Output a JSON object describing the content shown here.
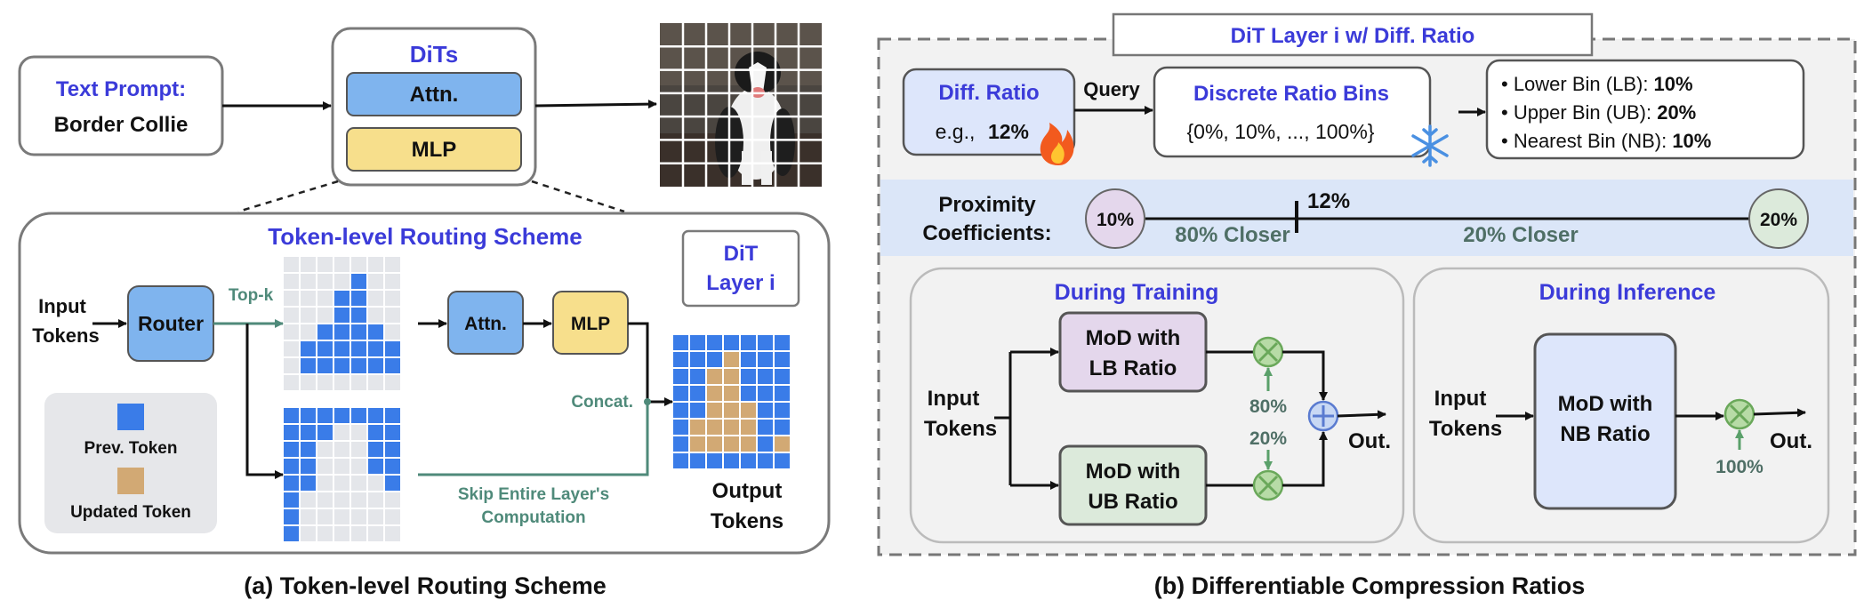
{
  "left": {
    "text_prompt_label": "Text Prompt:",
    "text_prompt_value": "Border Collie",
    "dits_title": "DiTs",
    "attn_label": "Attn.",
    "mlp_label": "MLP",
    "routing_title": "Token-level Routing Scheme",
    "input_tokens_line1": "Input",
    "input_tokens_line2": "Tokens",
    "router_label": "Router",
    "topk_label": "Top-k",
    "dit_layer_line1": "DiT",
    "dit_layer_line2": "Layer i",
    "concat_label": "Concat.",
    "skip_line1": "Skip Entire Layer's",
    "skip_line2": "Computation",
    "output_tokens_line1": "Output",
    "output_tokens_line2": "Tokens",
    "legend_prev": "Prev. Token",
    "legend_updated": "Updated Token",
    "caption": "(a) Token-level Routing Scheme"
  },
  "right": {
    "layer_title": "DiT Layer i w/ Diff. Ratio",
    "diff_ratio_title": "Diff. Ratio",
    "diff_ratio_eg": "e.g.,",
    "diff_ratio_value": "12%",
    "query_label": "Query",
    "bins_title": "Discrete Ratio Bins",
    "bins_values": "{0%, 10%, ..., 100%}",
    "bins_list": [
      {
        "label": "Lower Bin (LB): ",
        "value": "10%"
      },
      {
        "label": "Upper Bin (UB): ",
        "value": "20%"
      },
      {
        "label": "Nearest Bin (NB): ",
        "value": "10%"
      }
    ],
    "proximity_line1": "Proximity",
    "proximity_line2": "Coefficients:",
    "prox_left_circle": "10%",
    "prox_right_circle": "20%",
    "prox_marker": "12%",
    "prox_left_text": "80% Closer",
    "prox_right_text": "20% Closer",
    "training_title": "During Training",
    "inference_title": "During Inference",
    "train_input_line1": "Input",
    "train_input_line2": "Tokens",
    "mod_lb_line1": "MoD with",
    "mod_lb_line2": "LB Ratio",
    "mod_ub_line1": "MoD with",
    "mod_ub_line2": "UB Ratio",
    "w_top": "80%",
    "w_bottom": "20%",
    "train_out": "Out.",
    "inf_input_line1": "Input",
    "inf_input_line2": "Tokens",
    "mod_nb_line1": "MoD with",
    "mod_nb_line2": "NB Ratio",
    "w_inf": "100%",
    "inf_out": "Out.",
    "caption": "(b) Differentiable Compression Ratios"
  },
  "colors": {
    "accent_blue": "#3b3bd9",
    "module_blue": "#7fb4ee",
    "module_yellow": "#f7df8c",
    "token_blue": "#3a7ce8",
    "token_tan": "#d2a974",
    "token_empty": "#e4e6ea",
    "teal": "#4f8a7a",
    "prox_band": "#dbe6f8",
    "lb_purple": "#e4d7ec",
    "ub_green": "#dceadb",
    "nb_blue": "#dde6fb",
    "circle_green": "#8cc57a"
  },
  "icons": [
    "fire-icon",
    "snowflake-icon",
    "dog-photo",
    "multiply-icon",
    "add-icon"
  ]
}
